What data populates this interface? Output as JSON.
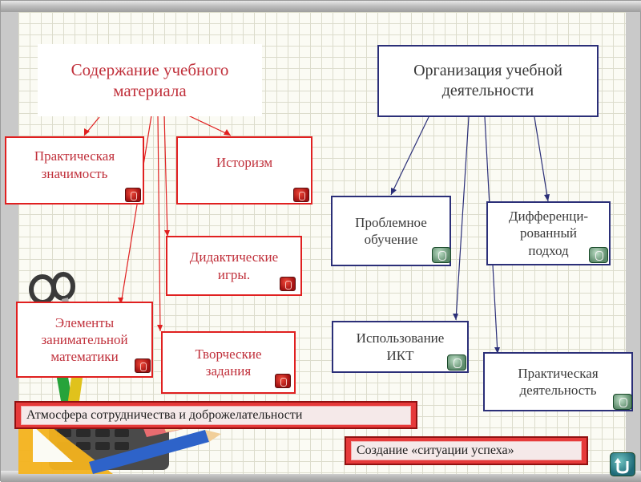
{
  "content": {
    "title": "Содержание учебного\nматериала",
    "items": {
      "practical_significance": "Практическая\nзначимость",
      "historism": "Историзм",
      "didactic_games": "Дидактические\nигры.",
      "entertaining_math": "Элементы\nзанимательной\nматематики",
      "creative_tasks": "Творческие\nзадания"
    }
  },
  "organization": {
    "title": "Организация учебной\nдеятельности",
    "items": {
      "problem_learning": "Проблемное\nобучение",
      "differentiated": "Дифференци-\nрованный\nподход",
      "ict": "Использование\nИКТ",
      "practical_activity": "Практическая\nдеятельность"
    }
  },
  "banners": {
    "cooperation": "Атмосфера сотрудничества и доброжелательности",
    "success": "Создание «ситуации успеха»"
  },
  "colors": {
    "red_border": "#e02020",
    "red_text": "#c0303b",
    "blue_border": "#2b2f78",
    "grid_bg": "#fbfbf4"
  }
}
